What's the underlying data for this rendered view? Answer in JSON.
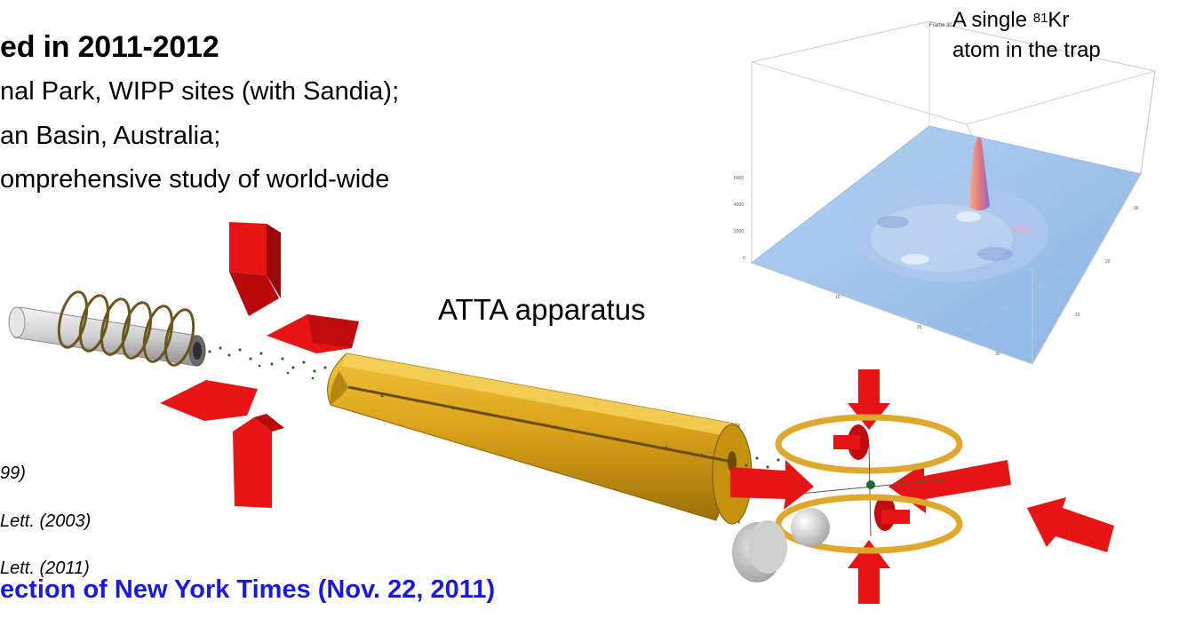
{
  "text": {
    "heading": "ed in 2011-2012",
    "line1": "nal Park,  WIPP sites (with Sandia);",
    "line2": "an Basin, Australia;",
    "line3": "omprehensive study of world-wide",
    "cite1": "99)",
    "cite2": " Lett. (2003)",
    "cite3": "Lett. (2011)",
    "nyt": "ection of New York Times (Nov. 22, 2011)",
    "apparatus_label": "ATTA apparatus",
    "trap_caption_pre": "A single ",
    "trap_caption_sup": "81",
    "trap_caption_post": "Kr",
    "trap_caption_line2": "atom in the trap",
    "plot_frame_label": "Frame 30"
  },
  "plot_axis_ticks": {
    "z": [
      "6000",
      "4000",
      "2000",
      "0"
    ],
    "x": [
      "10",
      "20",
      "30"
    ],
    "y": [
      "10",
      "20",
      "30"
    ]
  },
  "colors": {
    "nyt_text": "#1a1adf",
    "laser_red": "#e01010",
    "slower_gold": "#d4a017",
    "plot_surface": "#9fc3ec"
  }
}
